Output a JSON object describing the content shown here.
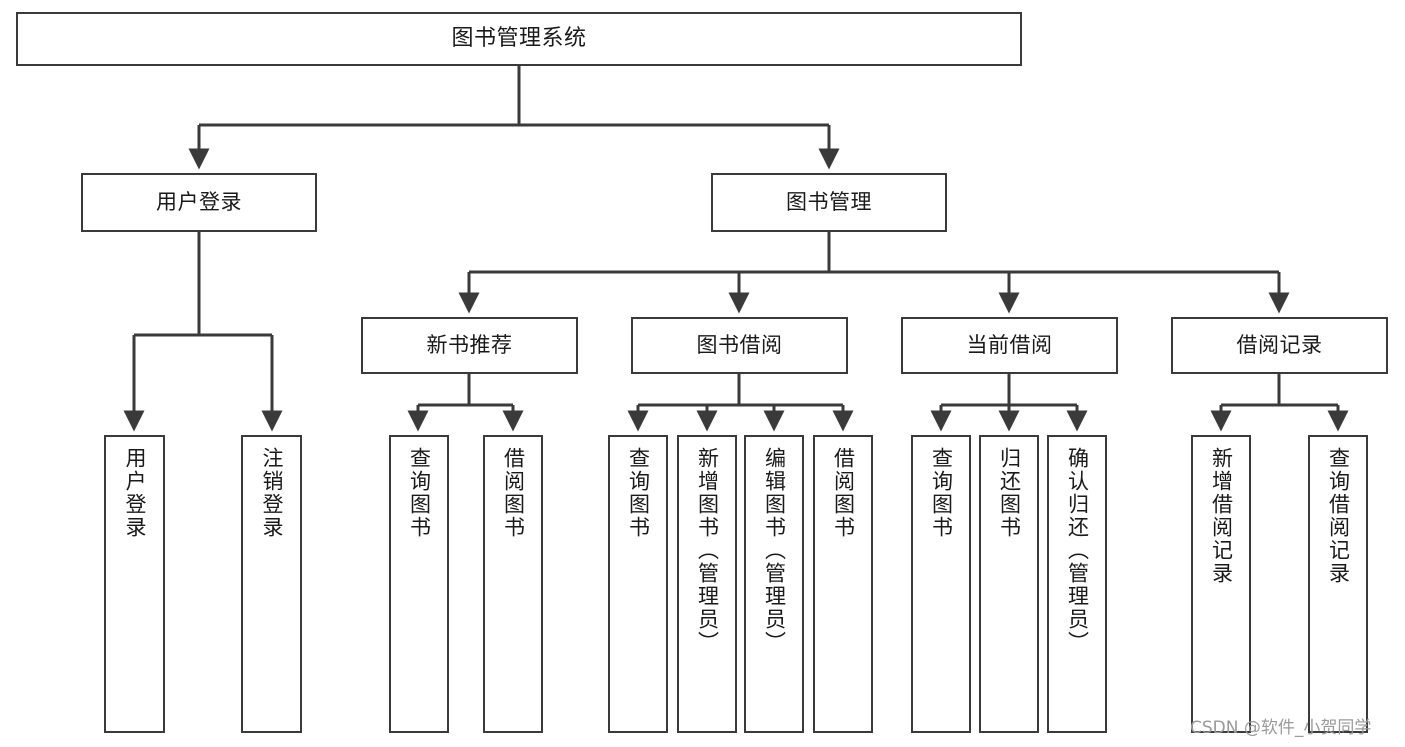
{
  "diagram": {
    "title": "图书管理系统",
    "type": "tree-hierarchy-diagram",
    "watermark": "CSDN @软件_小贺同学",
    "colors": {
      "background": "#ffffff",
      "box_border": "#3a3a3a",
      "box_fill": "#ffffff",
      "text": "#1a1a1a",
      "edge": "#3a3a3a",
      "watermark": "#9a9a9a"
    },
    "levels": {
      "root": "图书管理系统",
      "level2": [
        "用户登录",
        "图书管理"
      ],
      "level3": [
        "新书推荐",
        "图书借阅",
        "当前借阅",
        "借阅记录"
      ]
    },
    "nodes": {
      "root": {
        "label": "图书管理系统"
      },
      "user_login": {
        "label": "用户登录"
      },
      "book_manage": {
        "label": "图书管理"
      },
      "new_book_rec": {
        "label": "新书推荐"
      },
      "book_borrow": {
        "label": "图书借阅"
      },
      "current_borrow": {
        "label": "当前借阅"
      },
      "borrow_record": {
        "label": "借阅记录"
      },
      "leaf_user_login": {
        "label": "用户登录"
      },
      "leaf_logout": {
        "label": "注销登录"
      },
      "leaf_query_book_1": {
        "label": "查询图书"
      },
      "leaf_borrow_book_1": {
        "label": "借阅图书"
      },
      "leaf_query_book_2": {
        "label": "查询图书"
      },
      "leaf_add_book": {
        "label": "新增图书（管理员）"
      },
      "leaf_edit_book": {
        "label": "编辑图书（管理员）"
      },
      "leaf_borrow_book_2": {
        "label": "借阅图书"
      },
      "leaf_query_book_3": {
        "label": "查询图书"
      },
      "leaf_return_book": {
        "label": "归还图书"
      },
      "leaf_confirm_return": {
        "label": "确认归还（管理员）"
      },
      "leaf_add_record": {
        "label": "新增借阅记录"
      },
      "leaf_query_record": {
        "label": "查询借阅记录"
      }
    },
    "edges": [
      {
        "from": "图书管理系统",
        "to": "用户登录"
      },
      {
        "from": "图书管理系统",
        "to": "图书管理"
      },
      {
        "from": "图书管理",
        "to": "新书推荐"
      },
      {
        "from": "图书管理",
        "to": "图书借阅"
      },
      {
        "from": "图书管理",
        "to": "当前借阅"
      },
      {
        "from": "图书管理",
        "to": "借阅记录"
      },
      {
        "from": "用户登录",
        "to": "用户登录"
      },
      {
        "from": "用户登录",
        "to": "注销登录"
      },
      {
        "from": "新书推荐",
        "to": "查询图书"
      },
      {
        "from": "新书推荐",
        "to": "借阅图书"
      },
      {
        "from": "图书借阅",
        "to": "查询图书"
      },
      {
        "from": "图书借阅",
        "to": "新增图书（管理员）"
      },
      {
        "from": "图书借阅",
        "to": "编辑图书（管理员）"
      },
      {
        "from": "图书借阅",
        "to": "借阅图书"
      },
      {
        "from": "当前借阅",
        "to": "查询图书"
      },
      {
        "from": "当前借阅",
        "to": "归还图书"
      },
      {
        "from": "当前借阅",
        "to": "确认归还（管理员）"
      },
      {
        "from": "借阅记录",
        "to": "新增借阅记录"
      },
      {
        "from": "借阅记录",
        "to": "查询借阅记录"
      }
    ]
  }
}
